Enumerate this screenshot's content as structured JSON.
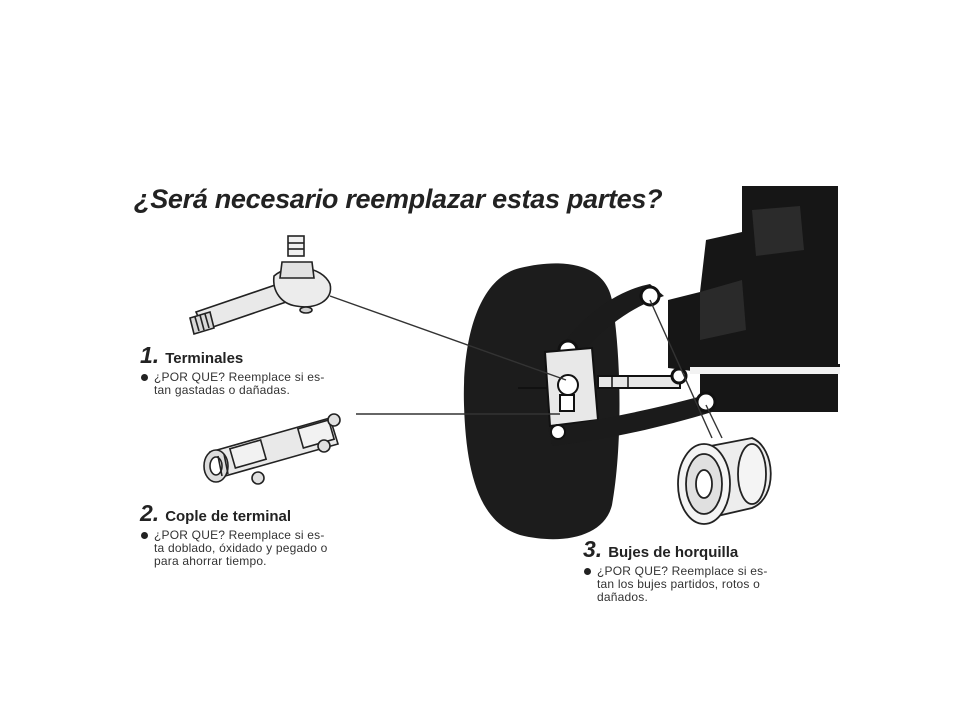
{
  "title": "¿Será necesario reemplazar estas partes?",
  "items": [
    {
      "number": "1.",
      "title": "Terminales",
      "description_lines": [
        "¿POR QUE? Reemplace si es-",
        "tan gastadas o dañadas."
      ],
      "icon": "tie-rod-end-icon"
    },
    {
      "number": "2.",
      "title": "Cople de terminal",
      "description_lines": [
        "¿POR QUE? Reemplace si es-",
        "ta doblado, óxidado y pegado o",
        "para ahorrar tiempo."
      ],
      "icon": "tie-rod-sleeve-icon"
    },
    {
      "number": "3.",
      "title": "Bujes de horquilla",
      "description_lines": [
        "¿POR QUE? Reemplace si es-",
        "tan los bujes partidos, rotos o",
        "dañados."
      ],
      "icon": "control-arm-bushing-icon"
    }
  ],
  "colors": {
    "ink": "#1a1a1a",
    "tire": "#1c1c1c",
    "frame": "#161616",
    "paper": "#ffffff"
  }
}
